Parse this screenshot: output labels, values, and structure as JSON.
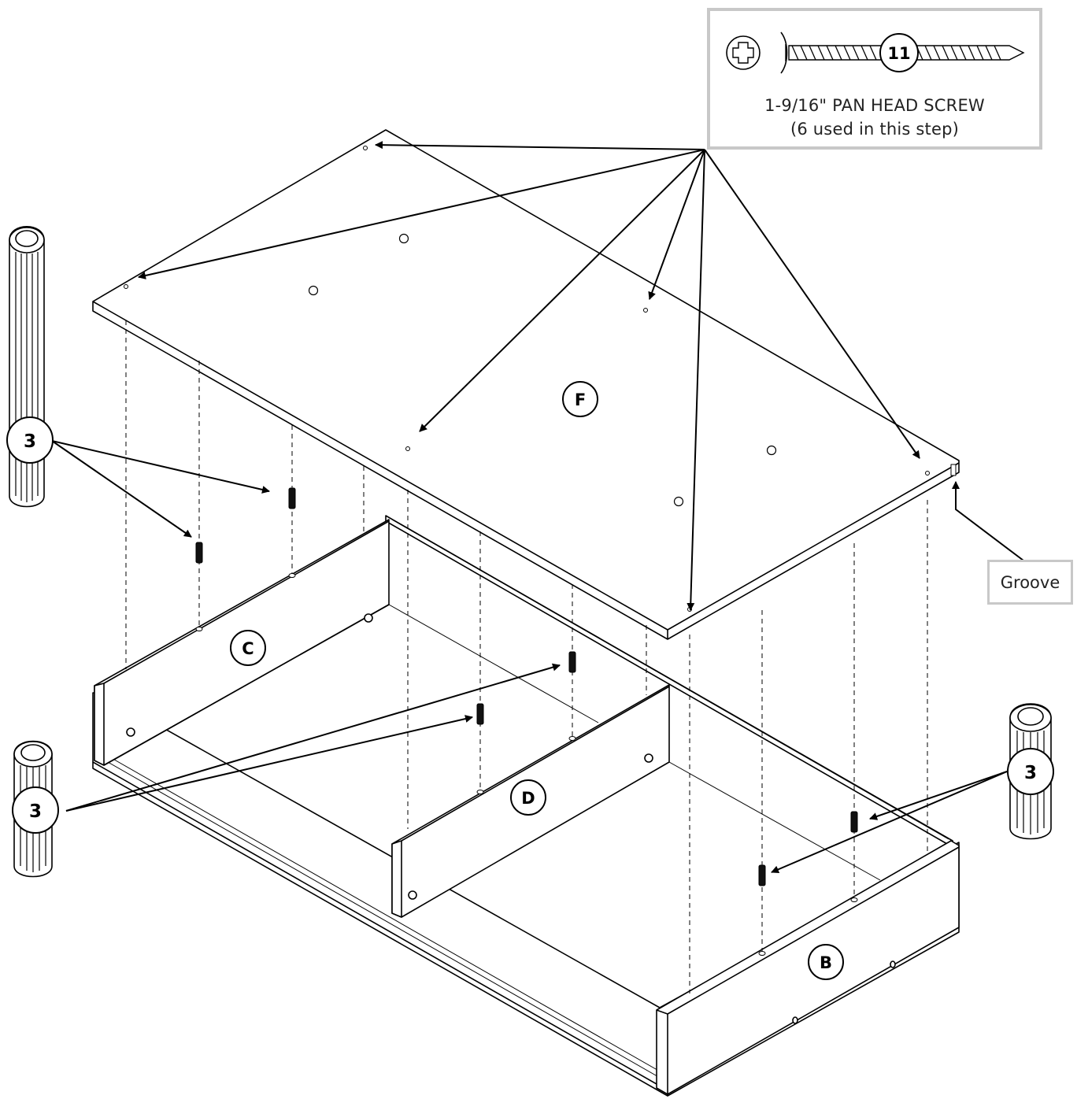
{
  "hardware": {
    "part_number": "11",
    "name": "1-9/16\" PAN HEAD SCREW",
    "quantity_note": "(6 used in this step)",
    "icon": "phillips-screw-icon"
  },
  "groove_label": "Groove",
  "panels": {
    "f": "F",
    "c": "C",
    "d": "D",
    "b": "B"
  },
  "dowel_callouts": {
    "left_top": "3",
    "left_bottom": "3",
    "right": "3"
  }
}
